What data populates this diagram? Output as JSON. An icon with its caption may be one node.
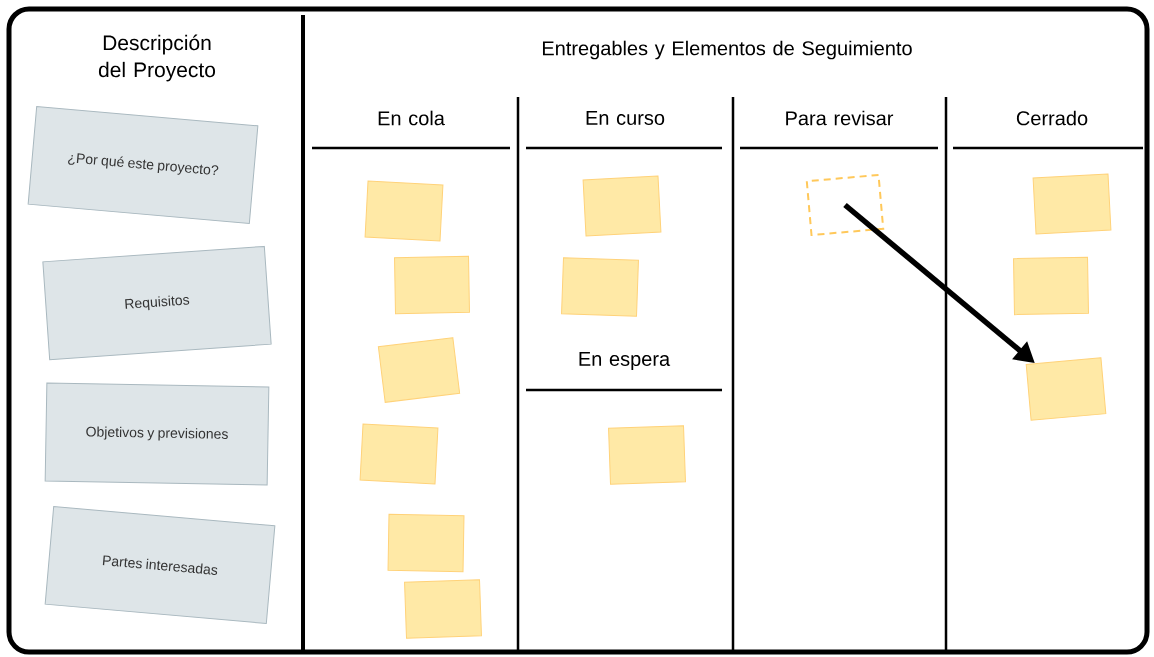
{
  "diagram": {
    "nodes": [
      {
        "text": [
          "¿Por qué este proyecto?"
        ]
      },
      {
        "text": [
          "Requisitos"
        ]
      },
      {
        "text": [
          "Objetivos y previsiones"
        ]
      },
      {
        "text": [
          "Partes interesadas"
        ]
      },
      {
        "text": [],
        "shape": "box"
      },
      {
        "text": [],
        "shape": "box"
      },
      {
        "text": [],
        "shape": "box"
      },
      {
        "text": [],
        "shape": "box"
      },
      {
        "text": [],
        "shape": "box"
      },
      {
        "text": [],
        "shape": "box"
      },
      {
        "text": [],
        "shape": "box"
      },
      {
        "text": [],
        "shape": "box"
      },
      {
        "text": [],
        "shape": "box"
      },
      {
        "text": [],
        "shape": "box"
      },
      {
        "text": [],
        "shape": "box"
      },
      {
        "text": [],
        "shape": "box"
      },
      {
        "text": [],
        "shape": "box"
      }
    ],
    "edges": [
      {
        "from": 13,
        "to": 16,
        "arrow": "to"
      }
    ],
    "labels": [
      "Descripción del Proyecto",
      "Entregables y Elementos de Seguimiento",
      "En cola",
      "En curso",
      "Para revisar",
      "Cerrado",
      "En espera"
    ]
  }
}
